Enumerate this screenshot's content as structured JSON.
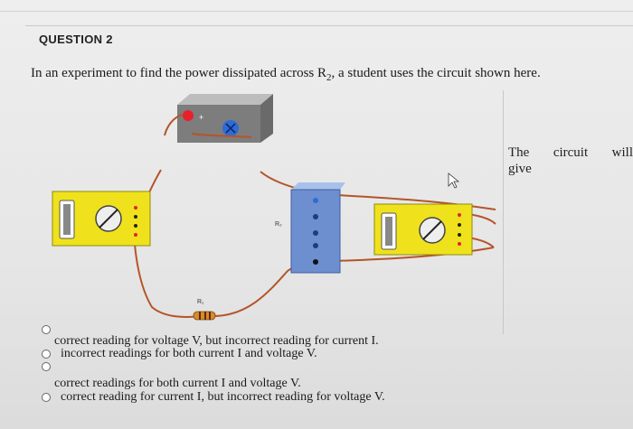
{
  "question": {
    "title": "QUESTION 2",
    "text_before": "In an experiment to find the power dissipated across R",
    "r2_sub": "2",
    "text_after": ", a student uses the circuit shown here."
  },
  "side_text": {
    "w1": "The",
    "w2": "circuit",
    "w3": "will",
    "w4": "give"
  },
  "diagram": {
    "battery_plus": "+",
    "r2_label": "R₂",
    "r1_label": "R₁",
    "colors": {
      "meter_yellow": "#efe21c",
      "wire": "#b4542a",
      "battery_gray": "#7d7d7d",
      "block_blue": "#6d8fd0",
      "red_terminal": "#e8202a",
      "blue_terminal": "#2f6bd8"
    }
  },
  "options": [
    {
      "label": "correct reading for voltage V, but incorrect reading for current I."
    },
    {
      "label": "incorrect readings for both current I and voltage V."
    },
    {
      "label": "correct readings for both current I and voltage V."
    },
    {
      "label": "correct reading for current I, but incorrect reading for voltage V."
    }
  ]
}
